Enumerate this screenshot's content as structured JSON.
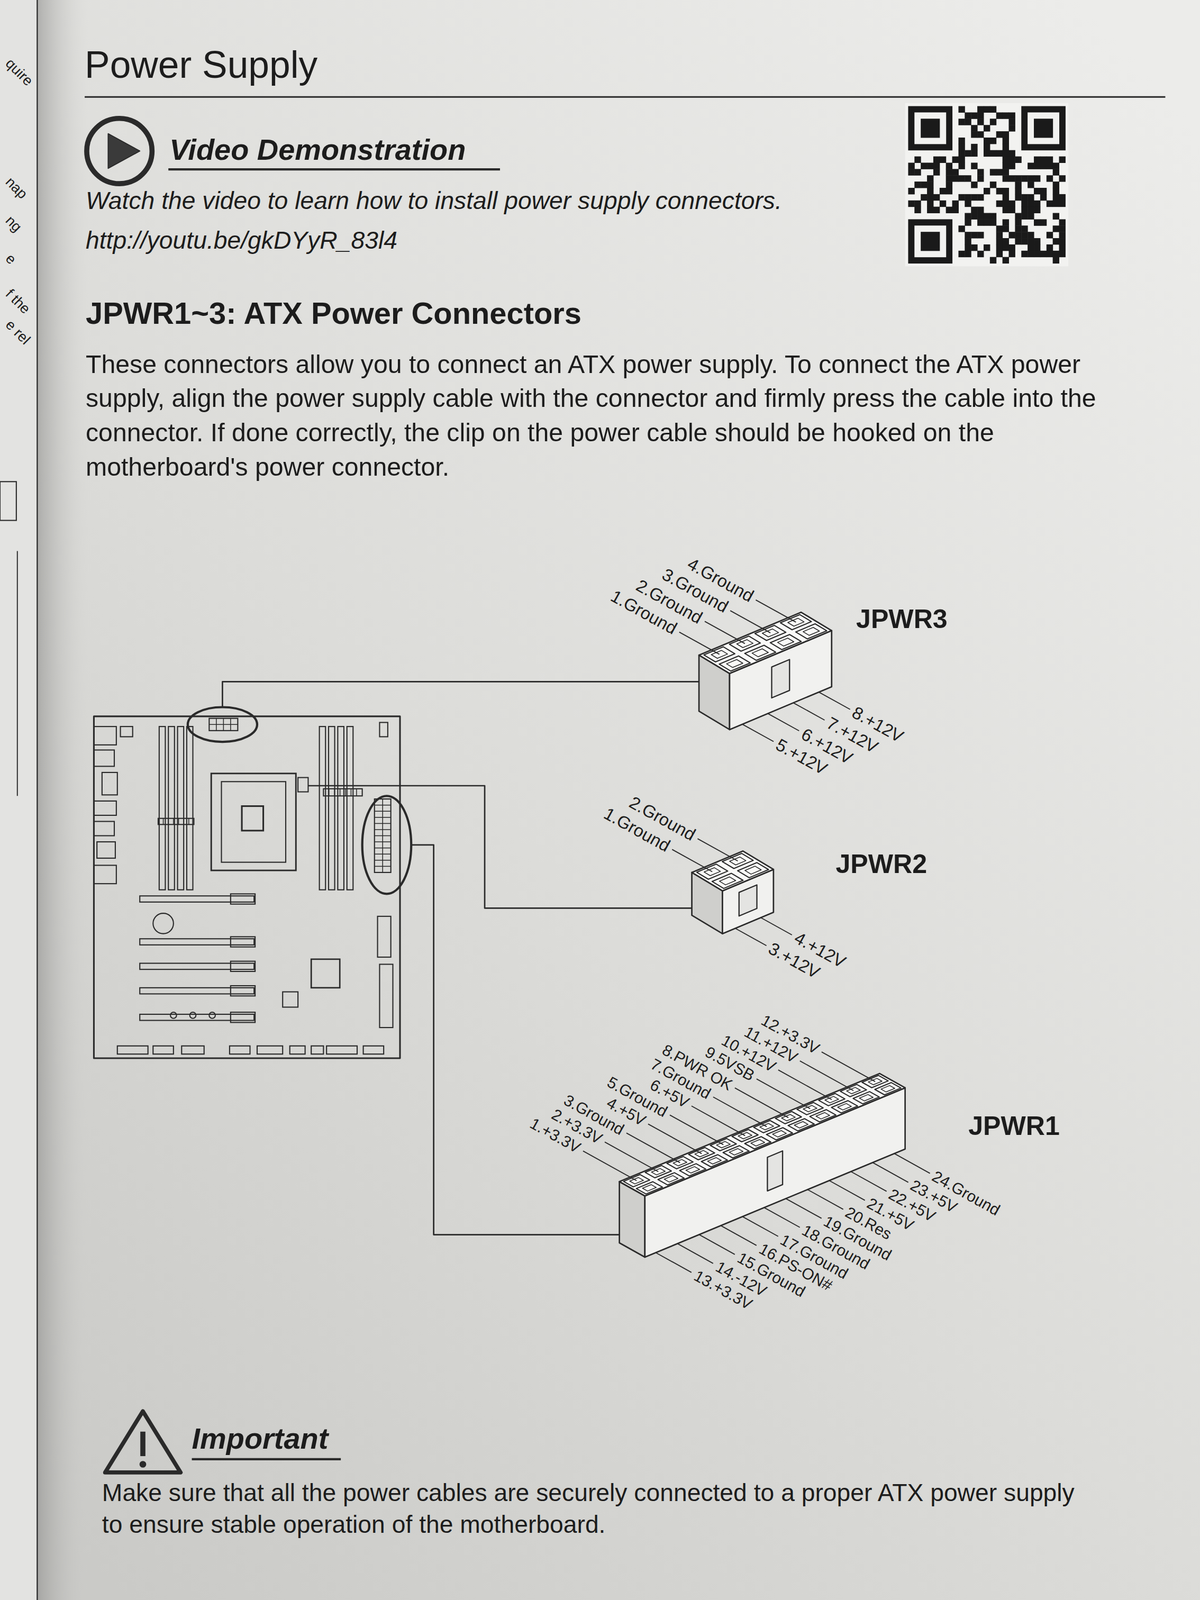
{
  "diagram": {
    "title": "Power Supply",
    "nodes": [
      {
        "text": [
          "JPWR3"
        ]
      },
      {
        "text": [
          "JPWR2"
        ]
      },
      {
        "text": [
          "JPWR1"
        ]
      }
    ],
    "labels": [
      "Video Demonstration",
      "Watch the video to learn how to install power supply connectors.",
      "http://youtu.be/gkDYyR_83l4",
      "JPWR1~3: ATX Power Connectors",
      "These connectors allow you to connect an ATX power supply. To connect the ATX power supply, align the power supply cable with the connector and firmly press the cable into the connector. If done correctly, the clip on the power cable should be hooked on the motherboard's power connector.",
      "1.Ground",
      "2.Ground",
      "3.Ground",
      "4.Ground",
      "5.+12V",
      "6.+12V",
      "7.+12V",
      "8.+12V",
      "1.Ground",
      "2.Ground",
      "3.+12V",
      "4.+12V",
      "1.+3.3V",
      "2.+3.3V",
      "3.Ground",
      "4.+5V",
      "5.Ground",
      "6.+5V",
      "7.Ground",
      "8.PWR OK",
      "9.5VSB",
      "10.+12V",
      "11.+12V",
      "12.+3.3V",
      "13.+3.3V",
      "14.-12V",
      "15.Ground",
      "16.PS-ON#",
      "17.Ground",
      "18.Ground",
      "19.Ground",
      "20.Res",
      "21.+5V",
      "22.+5V",
      "23.+5V",
      "24.Ground",
      "Important",
      "Make sure that all the power cables are securely connected to a proper ATX power supply to ensure stable operation of the motherboard.",
      "quire",
      "nap",
      "ng",
      "e",
      "f the",
      "e rel"
    ]
  }
}
